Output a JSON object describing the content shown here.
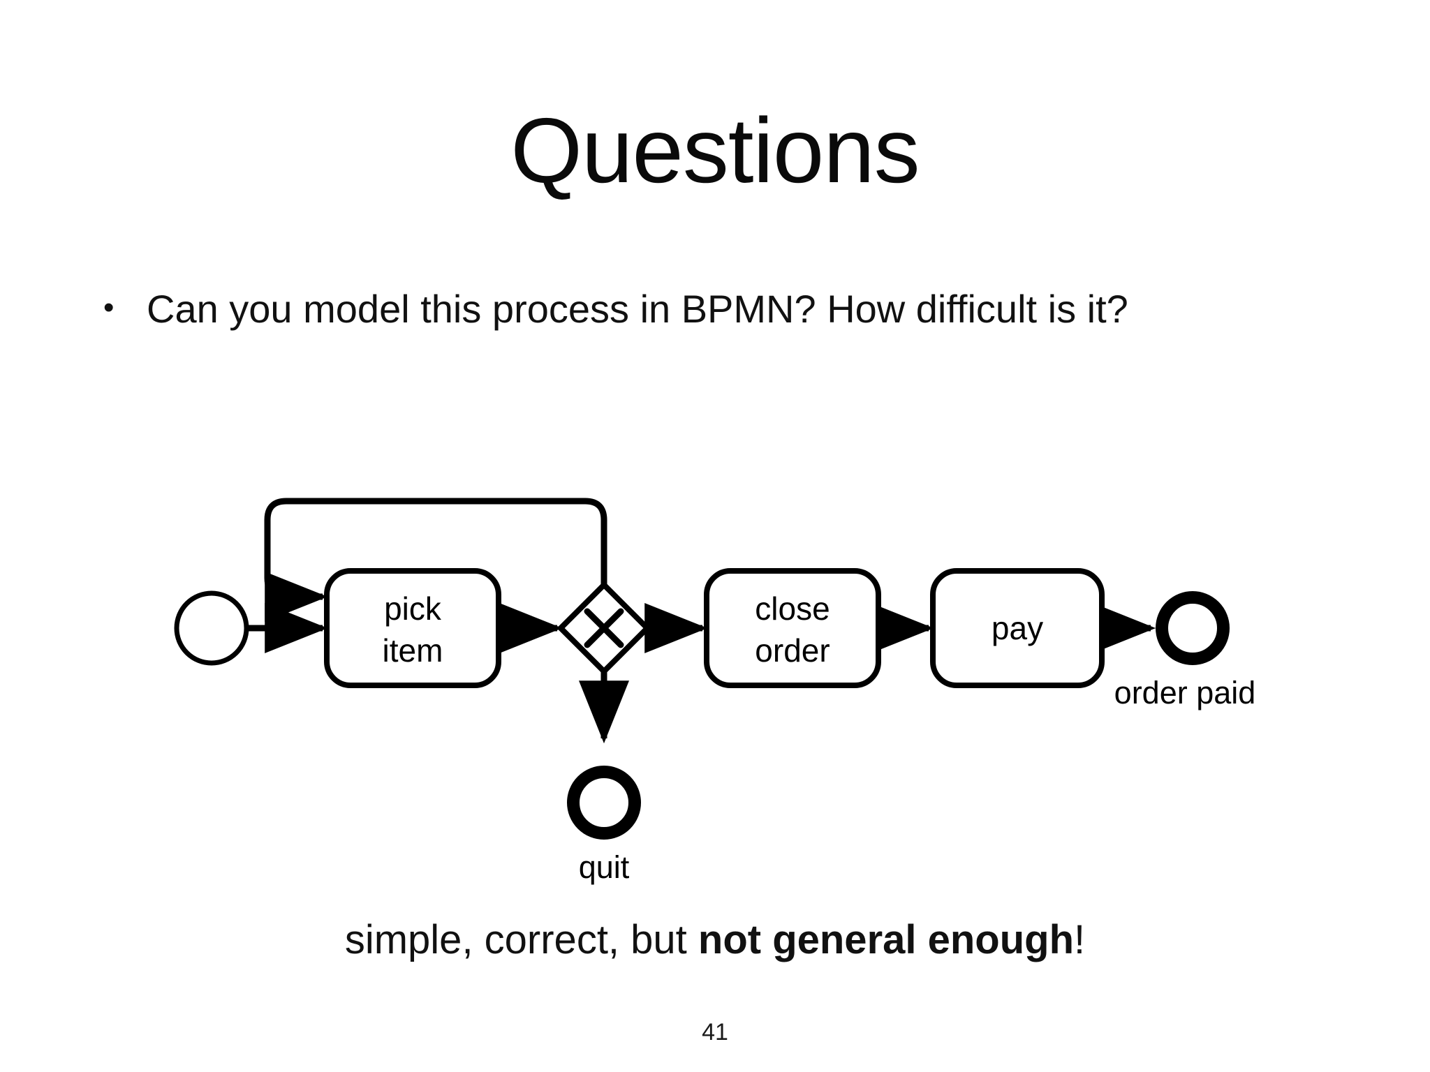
{
  "slide": {
    "title": "Questions",
    "page_number": "41",
    "background_color": "#ffffff",
    "ink_color": "#000000"
  },
  "bullets": [
    {
      "marker": "•",
      "text": "Can you model this process in BPMN? How difficult is it?"
    }
  ],
  "caption": {
    "prefix": "simple, correct, but ",
    "emphasis": "not general enough",
    "suffix": "!"
  },
  "diagram": {
    "notation": "BPMN",
    "nodes": [
      {
        "id": "start",
        "type": "start-event",
        "label": ""
      },
      {
        "id": "pick-item",
        "type": "task",
        "label": "pick\nitem",
        "line1": "pick",
        "line2": "item"
      },
      {
        "id": "gateway",
        "type": "exclusive-gateway",
        "label": ""
      },
      {
        "id": "close-order",
        "type": "task",
        "label": "close\norder",
        "line1": "close",
        "line2": "order"
      },
      {
        "id": "pay",
        "type": "task",
        "label": "pay",
        "line1": "pay",
        "line2": ""
      },
      {
        "id": "end-quit",
        "type": "end-event",
        "label": "quit"
      },
      {
        "id": "end-order-paid",
        "type": "end-event",
        "label": "order paid"
      }
    ],
    "labels": {
      "pick_item_line1": "pick",
      "pick_item_line2": "item",
      "close_order_line1": "close",
      "close_order_line2": "order",
      "pay": "pay",
      "quit": "quit",
      "order_paid": "order paid"
    },
    "flows": [
      {
        "from": "start",
        "to": "pick-item"
      },
      {
        "from": "pick-item",
        "to": "gateway"
      },
      {
        "from": "gateway",
        "to": "close-order"
      },
      {
        "from": "gateway",
        "to": "end-quit"
      },
      {
        "from": "gateway",
        "to": "pick-item",
        "kind": "loop-back"
      },
      {
        "from": "close-order",
        "to": "pay"
      },
      {
        "from": "pay",
        "to": "end-order-paid"
      }
    ]
  }
}
